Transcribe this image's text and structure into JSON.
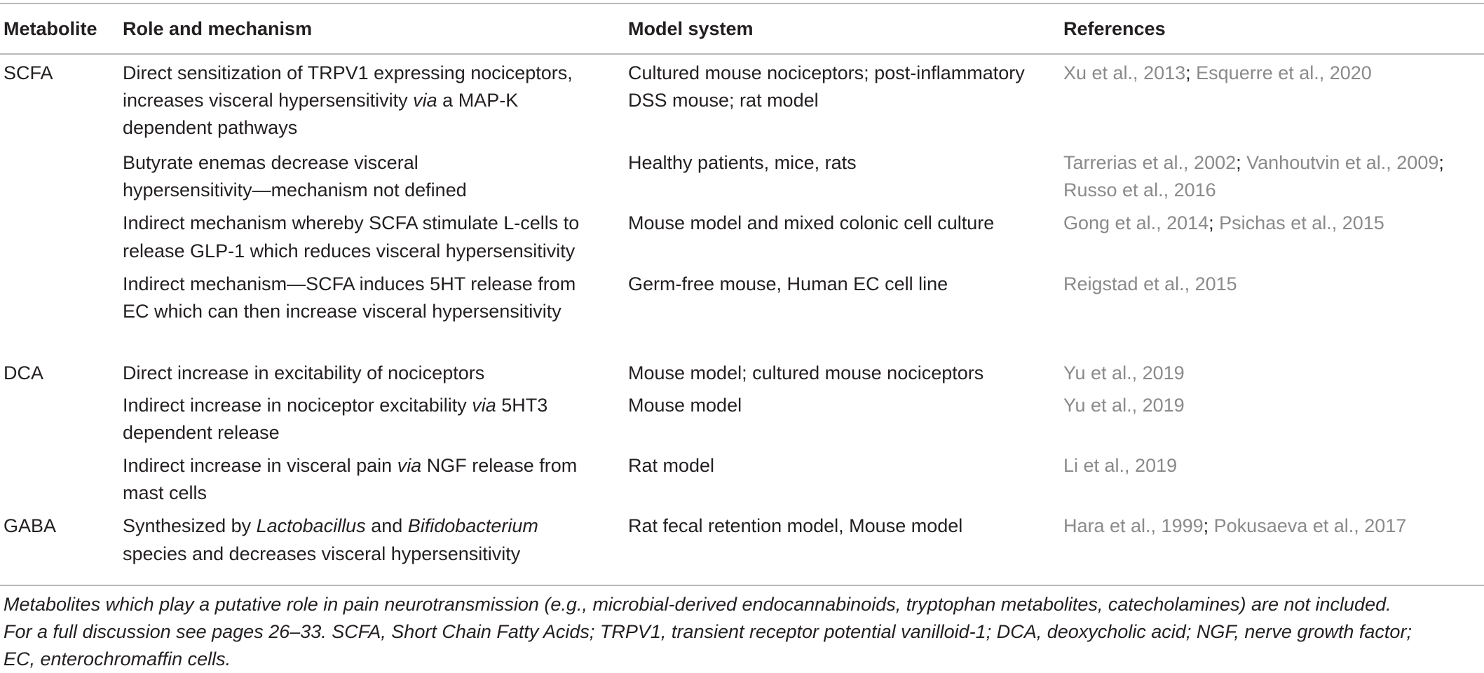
{
  "header": {
    "metabolite": "Metabolite",
    "role": "Role and mechanism",
    "model": "Model system",
    "references": "References"
  },
  "rows": [
    {
      "metabolite": "SCFA",
      "role_lines": [
        [
          {
            "t": "Direct sensitization of TRPV1 expressing nociceptors,"
          }
        ],
        [
          {
            "t": "increases visceral hypersensitivity "
          },
          {
            "t": "via",
            "i": true
          },
          {
            "t": " a MAP-K"
          }
        ],
        [
          {
            "t": "dependent pathways"
          }
        ]
      ],
      "model_lines": [
        "Cultured mouse nociceptors; post-inflammatory",
        "DSS mouse; rat model"
      ],
      "ref_lines": [
        [
          "Xu et al., 2013",
          "Esquerre et al., 2020"
        ]
      ]
    },
    {
      "metabolite": "",
      "role_lines": [
        [
          {
            "t": "Butyrate enemas decrease visceral"
          }
        ],
        [
          {
            "t": "hypersensitivity—mechanism not defined"
          }
        ]
      ],
      "model_lines": [
        "Healthy patients, mice, rats"
      ],
      "ref_lines": [
        [
          "Tarrerias et al., 2002",
          "Vanhoutvin et al., 2009;"
        ],
        [
          "Russo et al., 2016"
        ]
      ]
    },
    {
      "metabolite": "",
      "role_lines": [
        [
          {
            "t": "Indirect mechanism whereby SCFA stimulate L-cells to"
          }
        ],
        [
          {
            "t": "release GLP-1 which reduces visceral hypersensitivity"
          }
        ]
      ],
      "model_lines": [
        "Mouse model and mixed colonic cell culture"
      ],
      "ref_lines": [
        [
          "Gong et al., 2014",
          "Psichas et al., 2015"
        ]
      ]
    },
    {
      "metabolite": "",
      "role_lines": [
        [
          {
            "t": "Indirect mechanism—SCFA induces 5HT release from"
          }
        ],
        [
          {
            "t": "EC which can then increase visceral hypersensitivity"
          }
        ]
      ],
      "model_lines": [
        "Germ-free mouse, Human EC cell line"
      ],
      "ref_lines": [
        [
          "Reigstad et al., 2015"
        ]
      ]
    },
    {
      "metabolite": "DCA",
      "role_lines": [
        [
          {
            "t": "Direct increase in excitability of nociceptors"
          }
        ]
      ],
      "model_lines": [
        "Mouse model; cultured mouse nociceptors"
      ],
      "ref_lines": [
        [
          "Yu et al., 2019"
        ]
      ]
    },
    {
      "metabolite": "",
      "role_lines": [
        [
          {
            "t": "Indirect increase in nociceptor excitability "
          },
          {
            "t": "via",
            "i": true
          },
          {
            "t": " 5HT3"
          }
        ],
        [
          {
            "t": "dependent release"
          }
        ]
      ],
      "model_lines": [
        "Mouse model"
      ],
      "ref_lines": [
        [
          "Yu et al., 2019"
        ]
      ]
    },
    {
      "metabolite": "",
      "role_lines": [
        [
          {
            "t": "Indirect increase in visceral pain "
          },
          {
            "t": "via",
            "i": true
          },
          {
            "t": " NGF release from"
          }
        ],
        [
          {
            "t": "mast cells"
          }
        ]
      ],
      "model_lines": [
        "Rat model"
      ],
      "ref_lines": [
        [
          "Li et al., 2019"
        ]
      ]
    },
    {
      "metabolite": "GABA",
      "role_lines": [
        [
          {
            "t": "Synthesized by "
          },
          {
            "t": "Lactobacillus",
            "i": true
          },
          {
            "t": " and "
          },
          {
            "t": "Bifidobacterium",
            "i": true
          }
        ],
        [
          {
            "t": "species and decreases visceral hypersensitivity"
          }
        ]
      ],
      "model_lines": [
        "Rat fecal retention model, Mouse model"
      ],
      "ref_lines": [
        [
          "Hara et al., 1999",
          "Pokusaeva et al., 2017"
        ]
      ]
    }
  ],
  "footnote_lines": [
    "Metabolites which play a putative role in pain neurotransmission (e.g., microbial-derived endocannabinoids, tryptophan metabolites, catecholamines) are not included.",
    "For a full discussion see pages 26–33. SCFA, Short Chain Fatty Acids; TRPV1, transient receptor potential vanilloid-1; DCA, deoxycholic acid; NGF, nerve growth factor;",
    "EC, enterochromaffin cells."
  ]
}
